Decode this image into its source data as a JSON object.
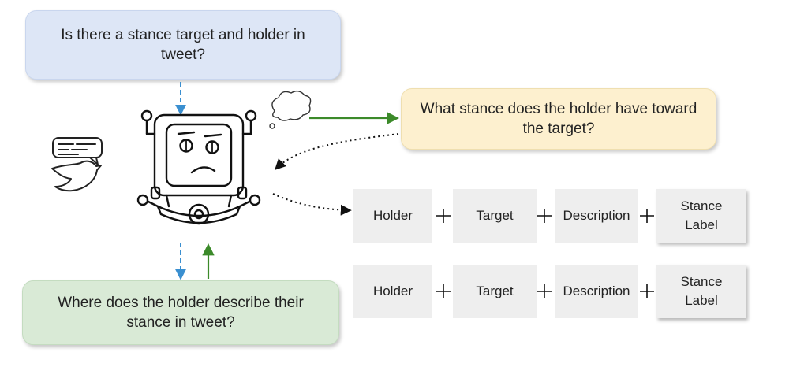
{
  "questions": {
    "top": "Is there a stance target and holder in  tweet?",
    "right": "What stance does the holder have toward the target?",
    "bottom": "Where does the holder describe their stance in tweet?"
  },
  "rows": [
    {
      "holder": "Holder",
      "target": "Target",
      "description": "Description",
      "label_line1": "Stance",
      "label_line2": "Label"
    },
    {
      "holder": "Holder",
      "target": "Target",
      "description": "Description",
      "label_line1": "Stance",
      "label_line2": "Label"
    }
  ],
  "colors": {
    "blue_arrow": "#3a8fd0",
    "green_arrow": "#3c8a2a",
    "black_dots": "#111111"
  },
  "icons": [
    "robot-icon",
    "thought-bubble-icon",
    "tweet-bird-icon"
  ]
}
